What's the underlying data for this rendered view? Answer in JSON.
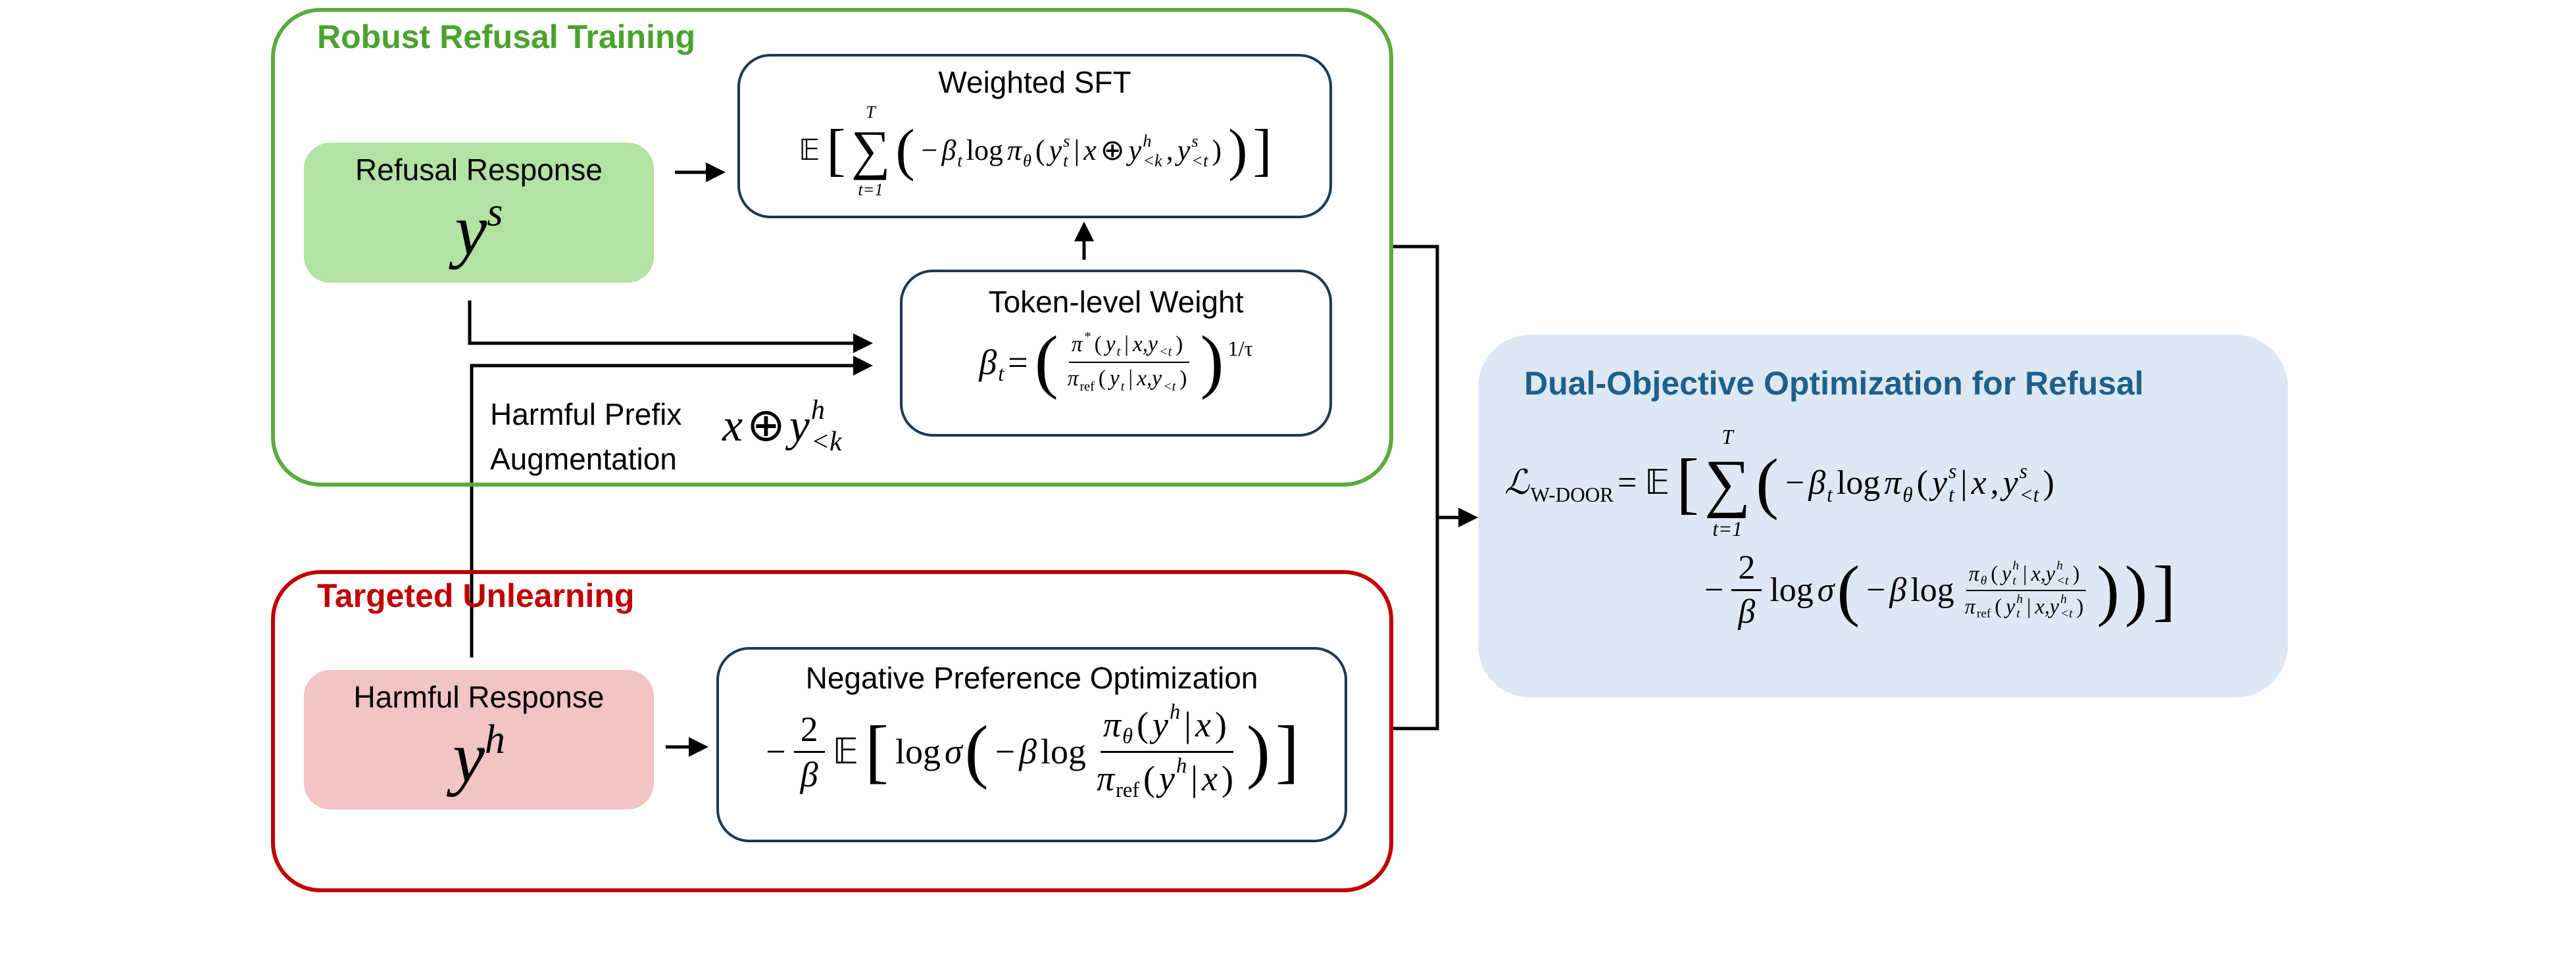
{
  "colors": {
    "green": "#5aac3c",
    "red": "#c00000",
    "refusal_fill": "#b3e3a3",
    "harmful_fill": "#f2c4c4",
    "blue_fill": "#dce9f5",
    "blue_title": "#1f5f8b",
    "navy": "#1f3a4f"
  },
  "robust": {
    "title": "Robust Refusal Training",
    "refusal_label": "Refusal Response",
    "refusal_var": "y",
    "refusal_sup": "s",
    "sft_title": "Weighted SFT",
    "sft_formula": [
      {
        "r": "𝔼"
      },
      {
        "big": "["
      },
      {
        "sum": "∑",
        "top": "T",
        "bot": "t=1"
      },
      {
        "big": "("
      },
      {
        "r": "−"
      },
      {
        "m": "β",
        "sub": "t"
      },
      {
        "r": "log"
      },
      {
        "m": "π",
        "sub": "θ"
      },
      {
        "r": "("
      },
      {
        "m": "y",
        "sup": "s",
        "sub": "t"
      },
      {
        "r": "|"
      },
      {
        "m": "x"
      },
      {
        "r": "⊕"
      },
      {
        "m": "y",
        "sup": "h",
        "sub": "<k"
      },
      {
        "r": ","
      },
      {
        "m": "y",
        "sup": "s",
        "sub": "<t"
      },
      {
        "r": ")"
      },
      {
        "big": ")"
      },
      {
        "big": "]"
      }
    ],
    "weight_title": "Token-level Weight",
    "weight_formula": [
      {
        "m": "β",
        "sub": "t"
      },
      {
        "r": "="
      },
      {
        "big": "("
      },
      {
        "frac": [
          [
            {
              "m": "π",
              "sup": "*"
            },
            {
              "r": "("
            },
            {
              "m": "y",
              "sub": "t"
            },
            {
              "r": "|"
            },
            {
              "m": "x,y",
              "sub": "<t"
            },
            {
              "r": ")"
            }
          ],
          [
            {
              "m": "π",
              "sub": "ref",
              "subroman": true
            },
            {
              "r": "("
            },
            {
              "m": "y",
              "sub": "t"
            },
            {
              "r": "|"
            },
            {
              "m": "x,y",
              "sub": "<t"
            },
            {
              "r": ")"
            }
          ]
        ],
        "small": true
      },
      {
        "big": ")",
        "sup": "1/τ"
      }
    ],
    "prefix_line1": "Harmful Prefix",
    "prefix_line2": "Augmentation",
    "prefix_formula": [
      {
        "m": "x"
      },
      {
        "r": "⊕"
      },
      {
        "m": "y",
        "sup": "h",
        "sub": "<k"
      }
    ]
  },
  "unlearning": {
    "title": "Targeted Unlearning",
    "harmful_label": "Harmful Response",
    "harmful_var": "y",
    "harmful_sup": "h",
    "npo_title": "Negative Preference Optimization",
    "npo_formula": [
      {
        "r": "−"
      },
      {
        "frac": [
          [
            {
              "r": "2"
            }
          ],
          [
            {
              "m": "β"
            }
          ]
        ]
      },
      {
        "r": "𝔼"
      },
      {
        "big": "["
      },
      {
        "r": "log"
      },
      {
        "m": "σ"
      },
      {
        "big": "("
      },
      {
        "r": "−"
      },
      {
        "m": "β"
      },
      {
        "r": "log"
      },
      {
        "frac": [
          [
            {
              "m": "π",
              "sub": "θ"
            },
            {
              "r": "("
            },
            {
              "m": "y",
              "sup": "h"
            },
            {
              "r": "|"
            },
            {
              "m": "x"
            },
            {
              "r": ")"
            }
          ],
          [
            {
              "m": "π",
              "sub": "ref",
              "subroman": true
            },
            {
              "r": "("
            },
            {
              "m": "y",
              "sup": "h"
            },
            {
              "r": "|"
            },
            {
              "m": "x"
            },
            {
              "r": ")"
            }
          ]
        ]
      },
      {
        "big": ")"
      },
      {
        "big": "]"
      }
    ]
  },
  "dual": {
    "title": "Dual-Objective Optimization for Refusal",
    "line1": [
      {
        "m": "ℒ",
        "sub": "W-DOOR",
        "subroman": true
      },
      {
        "r": "="
      },
      {
        "r": "𝔼"
      },
      {
        "big": "["
      },
      {
        "sum": "∑",
        "top": "T",
        "bot": "t=1"
      },
      {
        "big": "("
      },
      {
        "r": "−"
      },
      {
        "m": "β",
        "sub": "t"
      },
      {
        "r": "log"
      },
      {
        "m": "π",
        "sub": "θ"
      },
      {
        "r": "("
      },
      {
        "m": "y",
        "sup": "s",
        "sub": "t"
      },
      {
        "r": "|"
      },
      {
        "m": "x"
      },
      {
        "r": ","
      },
      {
        "m": "y",
        "sup": "s",
        "sub": "<t"
      },
      {
        "r": ")"
      }
    ],
    "line2": [
      {
        "r": "−"
      },
      {
        "frac": [
          [
            {
              "r": "2"
            }
          ],
          [
            {
              "m": "β"
            }
          ]
        ]
      },
      {
        "r": "log"
      },
      {
        "m": "σ"
      },
      {
        "big": "("
      },
      {
        "r": "−"
      },
      {
        "m": "β"
      },
      {
        "r": "log"
      },
      {
        "frac": [
          [
            {
              "m": "π",
              "sub": "θ"
            },
            {
              "r": "("
            },
            {
              "m": "y",
              "sup": "h",
              "sub": "t"
            },
            {
              "r": "|"
            },
            {
              "m": "x,y",
              "sup": "h",
              "sub": "<t"
            },
            {
              "r": ")"
            }
          ],
          [
            {
              "m": "π",
              "sub": "ref",
              "subroman": true
            },
            {
              "r": "("
            },
            {
              "m": "y",
              "sup": "h",
              "sub": "t"
            },
            {
              "r": "|"
            },
            {
              "m": "x,y",
              "sup": "h",
              "sub": "<t"
            },
            {
              "r": ")"
            }
          ]
        ],
        "small": true
      },
      {
        "big": ")"
      },
      {
        "big": ")"
      },
      {
        "big": "]"
      }
    ]
  }
}
